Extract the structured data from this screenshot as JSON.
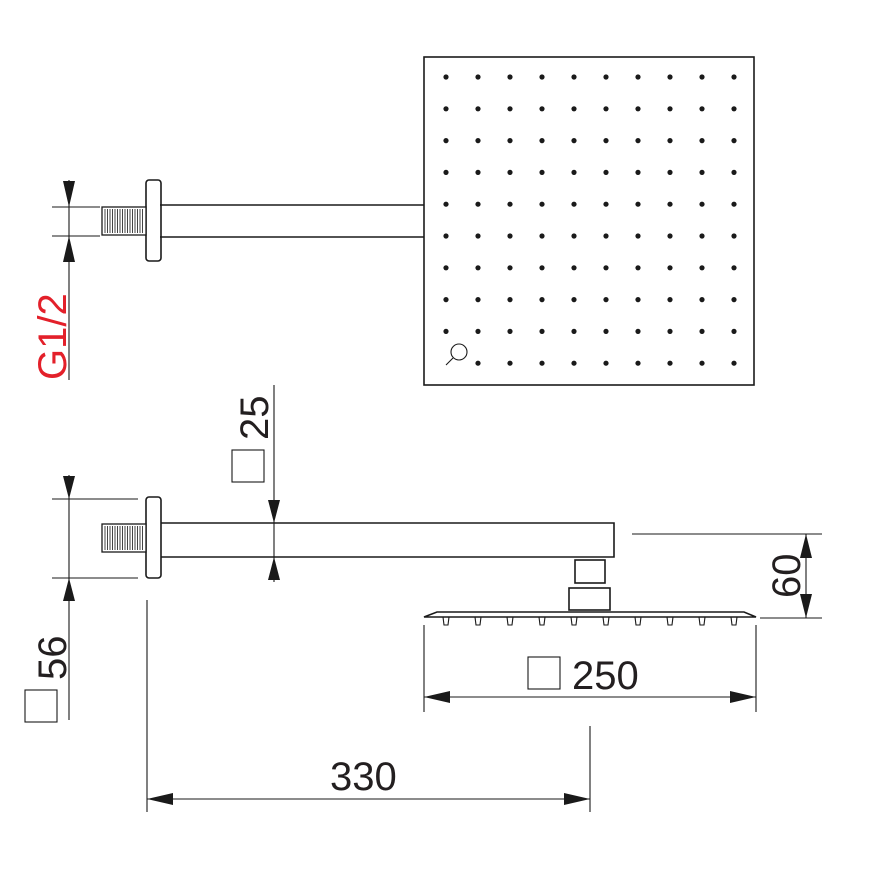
{
  "drawing": {
    "thread_label": "G1/2",
    "arm_section_label": "25",
    "flange_label": "56",
    "head_height_label": "60",
    "head_size_label": "250",
    "arm_length_label": "330",
    "colors": {
      "line": "#1a1a1a",
      "thread_label": "#e3202a"
    },
    "nozzle_grid": {
      "rows": 10,
      "cols": 10
    }
  }
}
